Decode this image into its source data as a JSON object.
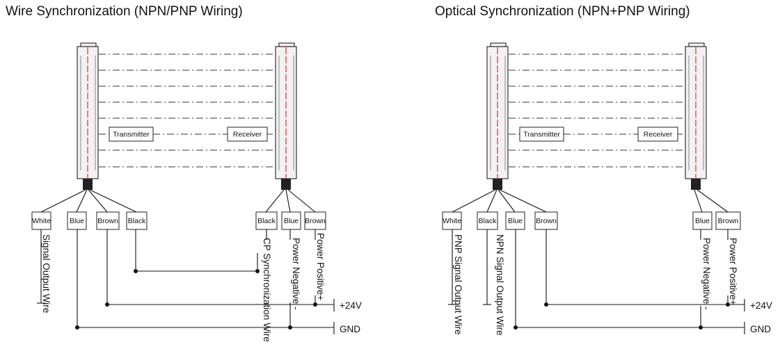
{
  "diagrams": [
    {
      "title": "Wire Synchronization (NPN/PNP Wiring)",
      "transmitter_label": "Transmitter",
      "receiver_label": "Receiver",
      "left_wires": [
        "White",
        "Blue",
        "Brown",
        "Black"
      ],
      "right_wires": [
        "Black",
        "Blue",
        "Brown"
      ],
      "wire_labels": [
        "Signal Output Wire",
        "CP Synchronization Wire",
        "Power Negative -",
        "Power Positive+"
      ],
      "rail_pos": "+24V",
      "rail_gnd": "GND"
    },
    {
      "title": "Optical Synchronization (NPN+PNP Wiring)",
      "transmitter_label": "Transmitter",
      "receiver_label": "Receiver",
      "left_wires": [
        "White",
        "Black",
        "Blue",
        "Brown"
      ],
      "right_wires": [
        "Blue",
        "Brown"
      ],
      "wire_labels": [
        "PNP Signal Output Wire",
        "NPN Signal Output Wire",
        "Power Negative -",
        "Power Positive+"
      ],
      "rail_pos": "+24V",
      "rail_gnd": "GND"
    }
  ]
}
